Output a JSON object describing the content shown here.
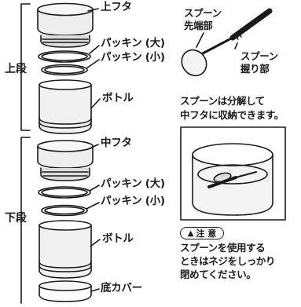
{
  "groups": {
    "upper": "上段",
    "lower": "下段"
  },
  "parts": {
    "top_lid": "上フタ",
    "packing_large_1": "パッキン (大)",
    "packing_small_1": "パッキン (小)",
    "bottle_1": "ボトル",
    "middle_lid": "中フタ",
    "packing_large_2": "パッキン (大)",
    "packing_small_2": "パッキン (小)",
    "bottle_2": "ボトル",
    "bottom_cover": "底カバー"
  },
  "spoon": {
    "tip_label_line1": "スプーン",
    "tip_label_line2": "先端部",
    "grip_label_line1": "スプーン",
    "grip_label_line2": "握り部"
  },
  "storage_note": {
    "line1": "スプーンは分解して",
    "line2": "中フタに収納できます。"
  },
  "caution": {
    "icon": "warning-triangle-icon",
    "badge": "注 意",
    "line1": "スプーンを使用する",
    "line2": "ときはネジをしっかり",
    "line3": "閉めてください。"
  }
}
